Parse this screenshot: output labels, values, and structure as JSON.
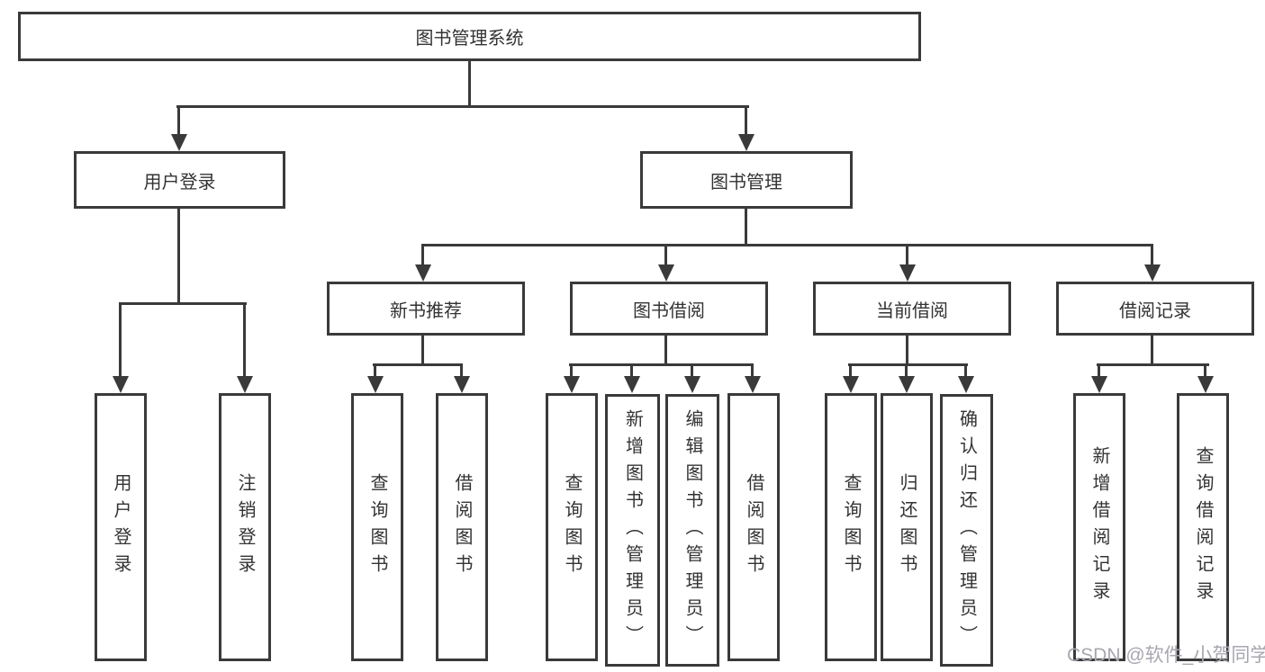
{
  "diagram_type": "hierarchy-flowchart",
  "colors": {
    "line": "#3a3a3a",
    "box_border": "#3a3a3a",
    "text": "#333333",
    "background": "#ffffff",
    "watermark_text_color": "#a7a7b0"
  },
  "tree": {
    "root": "图书管理系统",
    "user_login": {
      "label": "用户登录",
      "children": [
        "用户登录",
        "注销登录"
      ]
    },
    "book_mgmt": {
      "label": "图书管理",
      "children": {
        "new_books": {
          "label": "新书推荐",
          "children": [
            "查询图书",
            "借阅图书"
          ]
        },
        "borrow": {
          "label": "图书借阅",
          "children": [
            "查询图书",
            "新增图书（管理员）",
            "编辑图书（管理员）",
            "借阅图书"
          ]
        },
        "current": {
          "label": "当前借阅",
          "children": [
            "查询图书",
            "归还图书",
            "确认归还（管理员）"
          ]
        },
        "records": {
          "label": "借阅记录",
          "children": [
            "新增借阅记录",
            "查询借阅记录"
          ]
        }
      }
    }
  },
  "watermark": {
    "text": "CSDN @软件_小贺同学"
  }
}
